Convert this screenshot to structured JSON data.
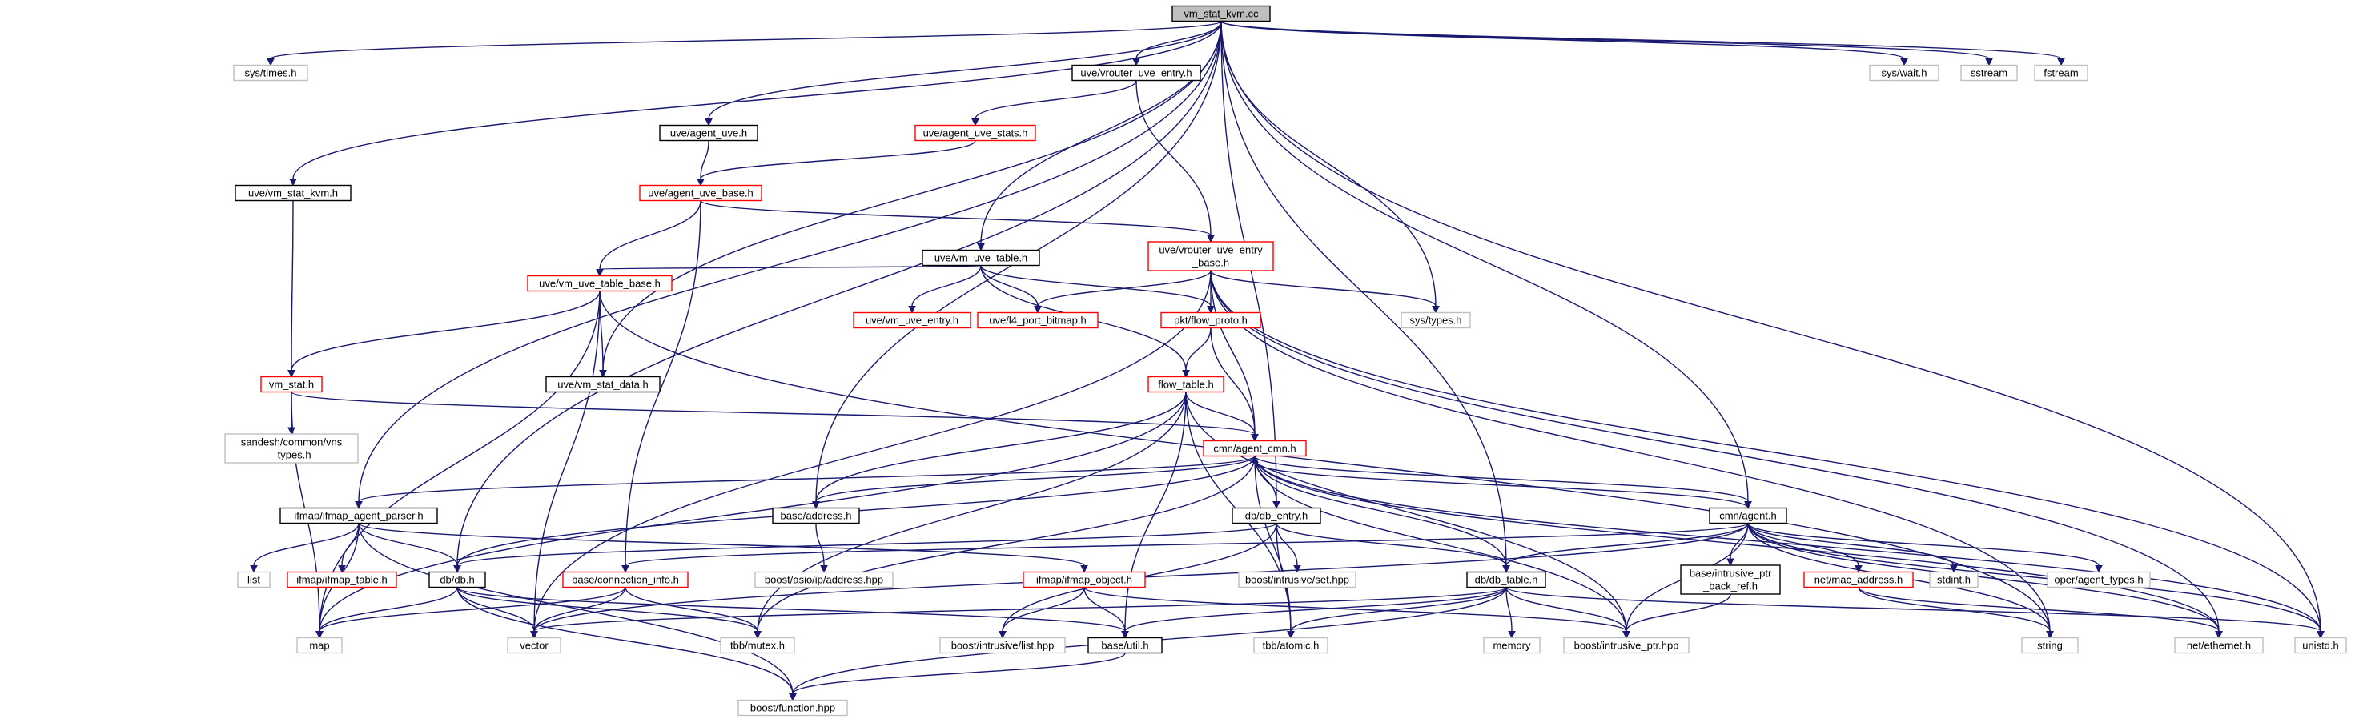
{
  "diagram": {
    "colors": {
      "root_fill": "#bfbfbf",
      "edge": "#191970",
      "documented_border": "#000000",
      "truncated_border": "#ff0000",
      "external_border": "#bfbfbf",
      "text": "#000000"
    },
    "nodes": [
      {
        "id": "root",
        "label": "vm_stat_kvm.cc",
        "kind": "root"
      },
      {
        "id": "sys_times",
        "label": "sys/times.h",
        "kind": "external"
      },
      {
        "id": "uve_vrouter_entry",
        "label": "uve/vrouter_uve_entry.h",
        "kind": "documented"
      },
      {
        "id": "sys_wait",
        "label": "sys/wait.h",
        "kind": "external"
      },
      {
        "id": "sstream",
        "label": "sstream",
        "kind": "external"
      },
      {
        "id": "fstream",
        "label": "fstream",
        "kind": "external"
      },
      {
        "id": "uve_agent_uve",
        "label": "uve/agent_uve.h",
        "kind": "documented"
      },
      {
        "id": "uve_agent_uve_stats",
        "label": "uve/agent_uve_stats.h",
        "kind": "truncated"
      },
      {
        "id": "uve_vm_stat_kvm",
        "label": "uve/vm_stat_kvm.h",
        "kind": "documented"
      },
      {
        "id": "uve_agent_uve_base",
        "label": "uve/agent_uve_base.h",
        "kind": "truncated"
      },
      {
        "id": "uve_vm_uve_table",
        "label": "uve/vm_uve_table.h",
        "kind": "documented"
      },
      {
        "id": "uve_vrouter_entry_base",
        "label": "uve/vrouter_uve_entry\n_base.h",
        "kind": "truncated"
      },
      {
        "id": "uve_vm_uve_table_base",
        "label": "uve/vm_uve_table_base.h",
        "kind": "truncated"
      },
      {
        "id": "uve_vm_uve_entry",
        "label": "uve/vm_uve_entry.h",
        "kind": "truncated"
      },
      {
        "id": "uve_l4_port_bitmap",
        "label": "uve/l4_port_bitmap.h",
        "kind": "truncated"
      },
      {
        "id": "pkt_flow_proto",
        "label": "pkt/flow_proto.h",
        "kind": "truncated"
      },
      {
        "id": "sys_types",
        "label": "sys/types.h",
        "kind": "external"
      },
      {
        "id": "vm_stat",
        "label": "vm_stat.h",
        "kind": "truncated"
      },
      {
        "id": "uve_vm_stat_data",
        "label": "uve/vm_stat_data.h",
        "kind": "documented"
      },
      {
        "id": "flow_table",
        "label": "flow_table.h",
        "kind": "truncated"
      },
      {
        "id": "sandesh_vns",
        "label": "sandesh/common/vns\n_types.h",
        "kind": "external"
      },
      {
        "id": "cmn_agent_cmn",
        "label": "cmn/agent_cmn.h",
        "kind": "truncated"
      },
      {
        "id": "ifmap_agent_parser",
        "label": "ifmap/ifmap_agent_parser.h",
        "kind": "documented"
      },
      {
        "id": "base_address",
        "label": "base/address.h",
        "kind": "documented"
      },
      {
        "id": "db_entry",
        "label": "db/db_entry.h",
        "kind": "documented"
      },
      {
        "id": "cmn_agent",
        "label": "cmn/agent.h",
        "kind": "documented"
      },
      {
        "id": "list",
        "label": "list",
        "kind": "external"
      },
      {
        "id": "ifmap_table",
        "label": "ifmap/ifmap_table.h",
        "kind": "truncated"
      },
      {
        "id": "db_db",
        "label": "db/db.h",
        "kind": "documented"
      },
      {
        "id": "base_connection_info",
        "label": "base/connection_info.h",
        "kind": "truncated"
      },
      {
        "id": "boost_asio_address",
        "label": "boost/asio/ip/address.hpp",
        "kind": "external"
      },
      {
        "id": "ifmap_object",
        "label": "ifmap/ifmap_object.h",
        "kind": "truncated"
      },
      {
        "id": "boost_intrusive_set",
        "label": "boost/intrusive/set.hpp",
        "kind": "external"
      },
      {
        "id": "db_table",
        "label": "db/db_table.h",
        "kind": "documented"
      },
      {
        "id": "base_intrusive_ptr_back_ref",
        "label": "base/intrusive_ptr\n_back_ref.h",
        "kind": "documented"
      },
      {
        "id": "net_mac_address",
        "label": "net/mac_address.h",
        "kind": "truncated"
      },
      {
        "id": "stdint",
        "label": "stdint.h",
        "kind": "external"
      },
      {
        "id": "oper_agent_types",
        "label": "oper/agent_types.h",
        "kind": "external"
      },
      {
        "id": "map",
        "label": "map",
        "kind": "external"
      },
      {
        "id": "vector",
        "label": "vector",
        "kind": "external"
      },
      {
        "id": "tbb_mutex",
        "label": "tbb/mutex.h",
        "kind": "external"
      },
      {
        "id": "boost_intrusive_list",
        "label": "boost/intrusive/list.hpp",
        "kind": "external"
      },
      {
        "id": "base_util",
        "label": "base/util.h",
        "kind": "documented"
      },
      {
        "id": "tbb_atomic",
        "label": "tbb/atomic.h",
        "kind": "external"
      },
      {
        "id": "memory",
        "label": "memory",
        "kind": "external"
      },
      {
        "id": "boost_intrusive_ptr",
        "label": "boost/intrusive_ptr.hpp",
        "kind": "external"
      },
      {
        "id": "string",
        "label": "string",
        "kind": "external"
      },
      {
        "id": "net_ethernet",
        "label": "net/ethernet.h",
        "kind": "external"
      },
      {
        "id": "unistd",
        "label": "unistd.h",
        "kind": "external"
      },
      {
        "id": "boost_function",
        "label": "boost/function.hpp",
        "kind": "external"
      }
    ],
    "edges": [
      [
        "root",
        "sys_times"
      ],
      [
        "root",
        "uve_vrouter_entry"
      ],
      [
        "root",
        "sys_wait"
      ],
      [
        "root",
        "sstream"
      ],
      [
        "root",
        "fstream"
      ],
      [
        "root",
        "uve_agent_uve"
      ],
      [
        "root",
        "uve_vm_stat_kvm"
      ],
      [
        "root",
        "uve_vm_uve_table"
      ],
      [
        "root",
        "sys_types"
      ],
      [
        "root",
        "uve_vm_stat_data"
      ],
      [
        "root",
        "ifmap_agent_parser"
      ],
      [
        "root",
        "base_address"
      ],
      [
        "root",
        "db_entry"
      ],
      [
        "root",
        "cmn_agent"
      ],
      [
        "root",
        "db_db"
      ],
      [
        "root",
        "db_table"
      ],
      [
        "root",
        "unistd"
      ],
      [
        "uve_vrouter_entry",
        "uve_agent_uve_stats"
      ],
      [
        "uve_vrouter_entry",
        "uve_vrouter_entry_base"
      ],
      [
        "uve_agent_uve",
        "uve_agent_uve_base"
      ],
      [
        "uve_agent_uve_stats",
        "uve_agent_uve_base"
      ],
      [
        "uve_agent_uve_base",
        "uve_vrouter_entry_base"
      ],
      [
        "uve_agent_uve_base",
        "uve_vm_uve_table_base"
      ],
      [
        "uve_agent_uve_base",
        "base_connection_info"
      ],
      [
        "uve_vm_stat_kvm",
        "vm_stat"
      ],
      [
        "uve_vm_uve_table",
        "uve_vm_uve_table_base"
      ],
      [
        "uve_vm_uve_table",
        "uve_vm_uve_entry"
      ],
      [
        "uve_vm_uve_table",
        "uve_l4_port_bitmap"
      ],
      [
        "uve_vm_uve_table",
        "pkt_flow_proto"
      ],
      [
        "uve_vm_uve_table",
        "flow_table"
      ],
      [
        "uve_vrouter_entry_base",
        "uve_l4_port_bitmap"
      ],
      [
        "uve_vrouter_entry_base",
        "pkt_flow_proto"
      ],
      [
        "uve_vrouter_entry_base",
        "sys_types"
      ],
      [
        "uve_vrouter_entry_base",
        "cmn_agent_cmn"
      ],
      [
        "uve_vrouter_entry_base",
        "vector"
      ],
      [
        "uve_vrouter_entry_base",
        "string"
      ],
      [
        "uve_vrouter_entry_base",
        "net_ethernet"
      ],
      [
        "uve_vrouter_entry_base",
        "unistd"
      ],
      [
        "uve_vm_uve_table_base",
        "vm_stat"
      ],
      [
        "uve_vm_uve_table_base",
        "uve_vm_stat_data"
      ],
      [
        "uve_vm_uve_table_base",
        "map"
      ],
      [
        "uve_vm_uve_table_base",
        "vector"
      ],
      [
        "uve_vm_uve_table_base",
        "string"
      ],
      [
        "pkt_flow_proto",
        "flow_table"
      ],
      [
        "pkt_flow_proto",
        "cmn_agent_cmn"
      ],
      [
        "vm_stat",
        "sandesh_vns"
      ],
      [
        "vm_stat",
        "cmn_agent_cmn"
      ],
      [
        "vm_stat",
        "map"
      ],
      [
        "flow_table",
        "cmn_agent_cmn"
      ],
      [
        "flow_table",
        "base_address"
      ],
      [
        "flow_table",
        "map"
      ],
      [
        "flow_table",
        "tbb_mutex"
      ],
      [
        "flow_table",
        "base_util"
      ],
      [
        "flow_table",
        "tbb_atomic"
      ],
      [
        "flow_table",
        "boost_intrusive_ptr"
      ],
      [
        "cmn_agent_cmn",
        "ifmap_agent_parser"
      ],
      [
        "cmn_agent_cmn",
        "base_address"
      ],
      [
        "cmn_agent_cmn",
        "db_entry"
      ],
      [
        "cmn_agent_cmn",
        "cmn_agent"
      ],
      [
        "cmn_agent_cmn",
        "db_db"
      ],
      [
        "cmn_agent_cmn",
        "db_table"
      ],
      [
        "cmn_agent_cmn",
        "tbb_mutex"
      ],
      [
        "cmn_agent_cmn",
        "tbb_atomic"
      ],
      [
        "cmn_agent_cmn",
        "boost_intrusive_ptr"
      ],
      [
        "cmn_agent_cmn",
        "net_ethernet"
      ],
      [
        "cmn_agent_cmn",
        "unistd"
      ],
      [
        "cmn_agent",
        "cmn_agent_cmn"
      ],
      [
        "cmn_agent",
        "base_connection_info"
      ],
      [
        "cmn_agent",
        "db_table"
      ],
      [
        "cmn_agent",
        "base_intrusive_ptr_back_ref"
      ],
      [
        "cmn_agent",
        "net_mac_address"
      ],
      [
        "cmn_agent",
        "stdint"
      ],
      [
        "cmn_agent",
        "oper_agent_types"
      ],
      [
        "cmn_agent",
        "string"
      ],
      [
        "cmn_agent",
        "boost_intrusive_ptr"
      ],
      [
        "cmn_agent",
        "vector"
      ],
      [
        "cmn_agent",
        "net_ethernet"
      ],
      [
        "cmn_agent",
        "unistd"
      ],
      [
        "ifmap_agent_parser",
        "list"
      ],
      [
        "ifmap_agent_parser",
        "ifmap_table"
      ],
      [
        "ifmap_agent_parser",
        "db_db"
      ],
      [
        "ifmap_agent_parser",
        "ifmap_object"
      ],
      [
        "ifmap_agent_parser",
        "map"
      ],
      [
        "ifmap_agent_parser",
        "boost_function"
      ],
      [
        "base_address",
        "boost_asio_address"
      ],
      [
        "db_entry",
        "db_db"
      ],
      [
        "db_entry",
        "boost_intrusive_set"
      ],
      [
        "db_entry",
        "db_table"
      ],
      [
        "db_entry",
        "tbb_atomic"
      ],
      [
        "db_entry",
        "boost_intrusive_list"
      ],
      [
        "db_db",
        "map"
      ],
      [
        "db_db",
        "vector"
      ],
      [
        "db_db",
        "tbb_mutex"
      ],
      [
        "db_db",
        "base_util"
      ],
      [
        "db_db",
        "boost_function"
      ],
      [
        "base_connection_info",
        "map"
      ],
      [
        "base_connection_info",
        "vector"
      ],
      [
        "base_connection_info",
        "tbb_mutex"
      ],
      [
        "ifmap_object",
        "boost_intrusive_list"
      ],
      [
        "ifmap_object",
        "base_util"
      ],
      [
        "ifmap_object",
        "boost_intrusive_ptr"
      ],
      [
        "db_table",
        "vector"
      ],
      [
        "db_table",
        "base_util"
      ],
      [
        "db_table",
        "tbb_atomic"
      ],
      [
        "db_table",
        "memory"
      ],
      [
        "db_table",
        "boost_intrusive_ptr"
      ],
      [
        "db_table",
        "boost_function"
      ],
      [
        "db_table",
        "unistd"
      ],
      [
        "base_intrusive_ptr_back_ref",
        "boost_intrusive_ptr"
      ],
      [
        "net_mac_address",
        "string"
      ],
      [
        "net_mac_address",
        "net_ethernet"
      ],
      [
        "base_util",
        "boost_function"
      ]
    ]
  }
}
